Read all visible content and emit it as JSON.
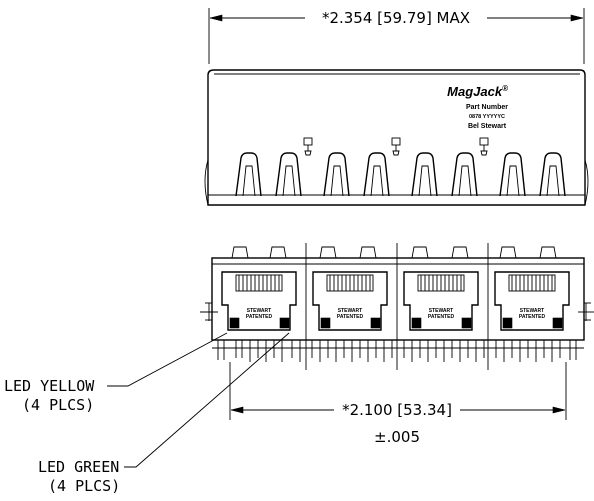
{
  "dimensions": {
    "overall_width": "*2.354 [59.79] MAX",
    "pitch_width": "*2.100 [53.34]",
    "pitch_tolerance": "±.005"
  },
  "top_view": {
    "brand": "MagJack",
    "brand_mark": "®",
    "part_number_label": "Part Number",
    "part_code": "0878 YYYYYC",
    "manufacturer": "Bel Stewart"
  },
  "front_view": {
    "port_text_line1": "STEWART",
    "port_text_line2": "PATENTED"
  },
  "callouts": {
    "led_yellow": "LED YELLOW",
    "led_yellow_qty": "(4 PLCS)",
    "led_green": "LED GREEN",
    "led_green_qty": "(4 PLCS)"
  }
}
